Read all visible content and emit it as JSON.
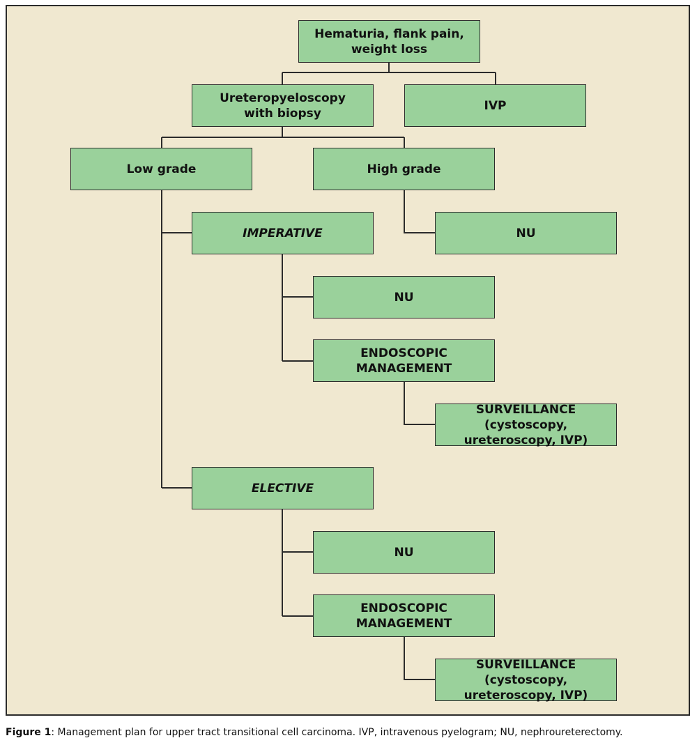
{
  "nodes": {
    "root": "Hematuria, flank pain,\nweight loss",
    "ureteropyeloscopy": "Ureteropyeloscopy\nwith biopsy",
    "ivp": "IVP",
    "low_grade": "Low grade",
    "high_grade": "High grade",
    "high_nu": "NU",
    "imperative": "IMPERATIVE",
    "imperative_nu": "NU",
    "imperative_endoscopic": "ENDOSCOPIC\nMANAGEMENT",
    "imperative_surveillance": "SURVEILLANCE (cystoscopy,\nureteroscopy, IVP)",
    "elective": "ELECTIVE",
    "elective_nu": "NU",
    "elective_endoscopic": "ENDOSCOPIC\nMANAGEMENT",
    "elective_surveillance": "SURVEILLANCE (cystoscopy,\nureteroscopy, IVP)"
  },
  "caption": {
    "label": "Figure 1",
    "text": ": Management plan for upper tract transitional cell carcinoma. IVP, intravenous pyelogram; NU, nephroureterectomy."
  },
  "colors": {
    "background": "#f0e8d0",
    "box_fill": "#9ad19b",
    "line": "#2b2b2b"
  }
}
